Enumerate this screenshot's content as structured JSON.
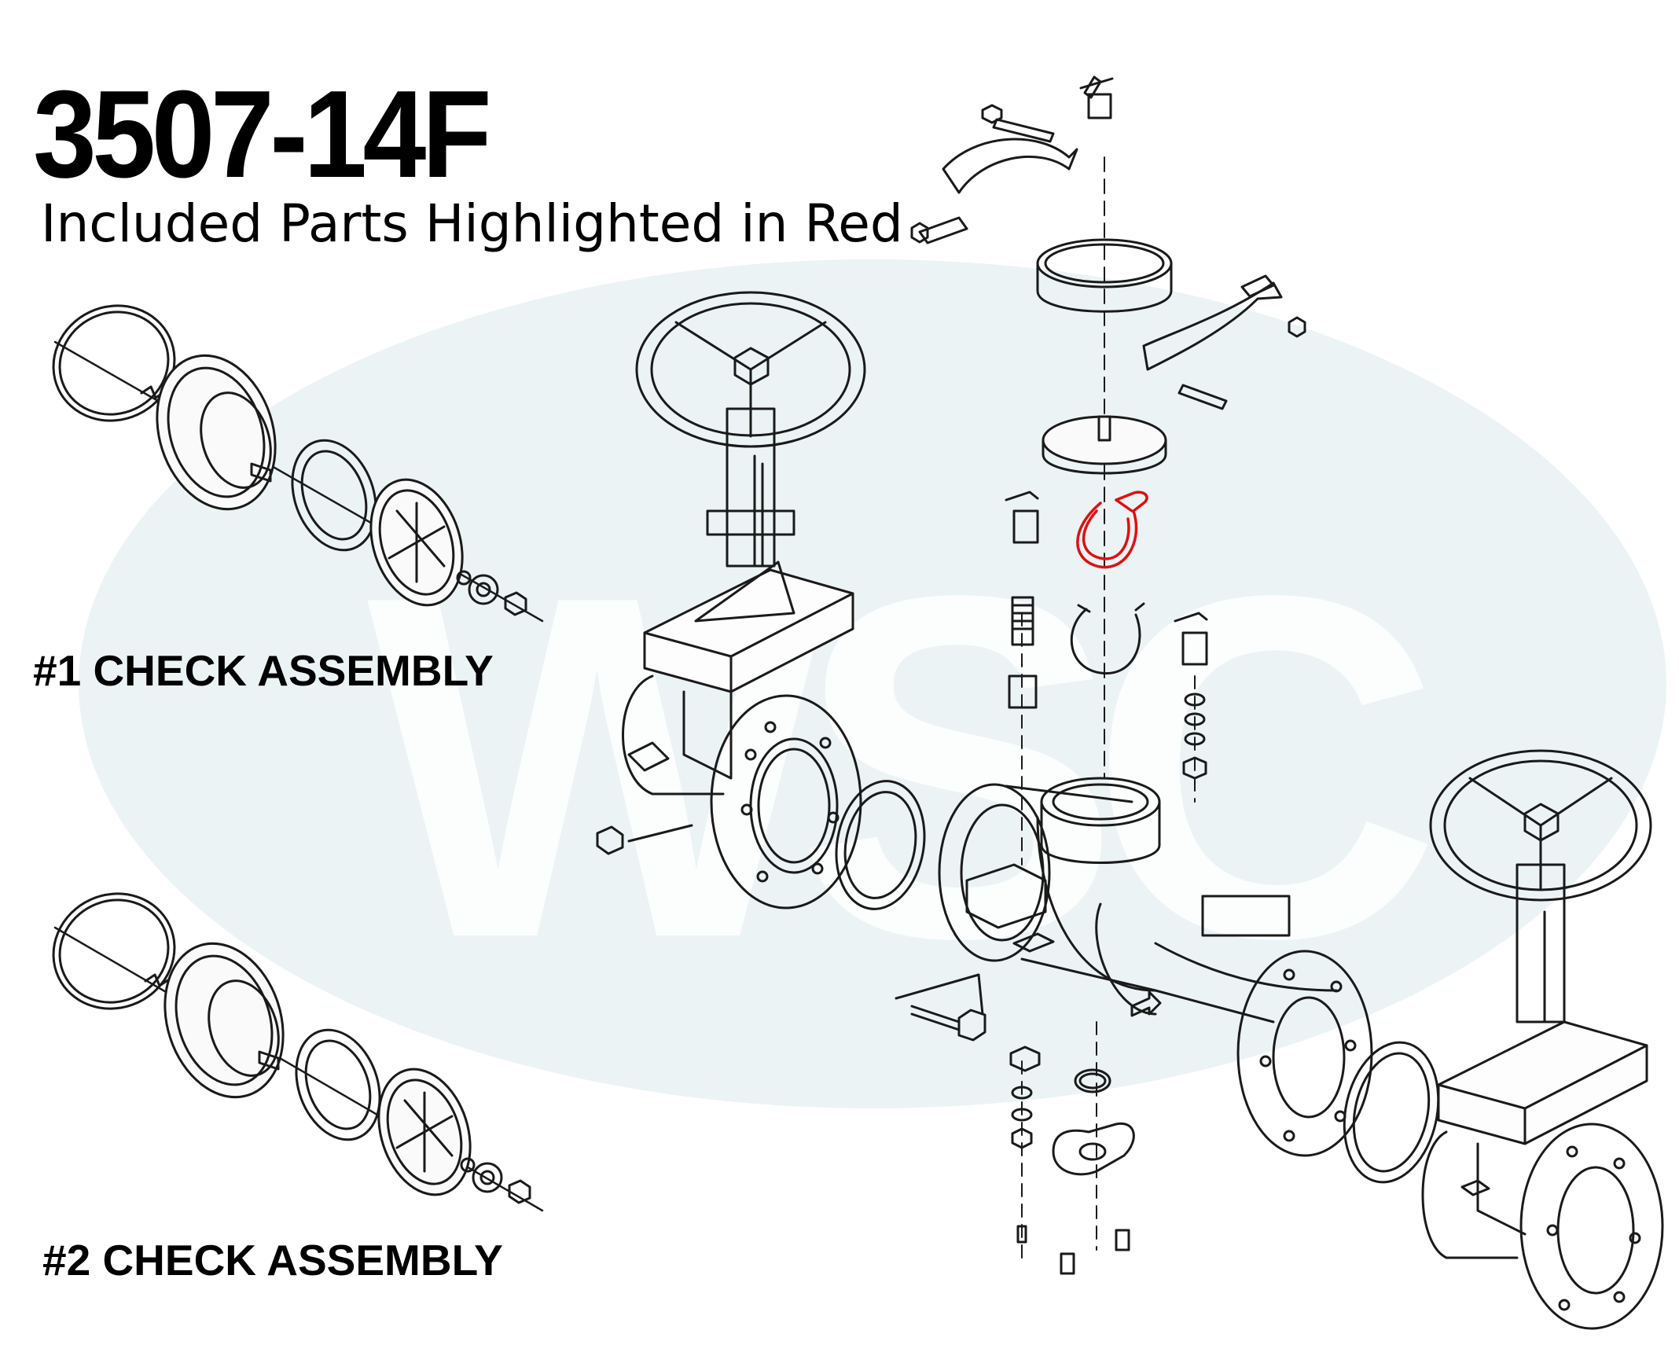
{
  "header": {
    "model": "3507-14F",
    "subtitle": "Included Parts Highlighted in Red"
  },
  "labels": {
    "check1": "#1 CHECK ASSEMBLY",
    "check2": "#2 CHECK ASSEMBLY"
  },
  "watermark": {
    "text": "WSC",
    "color": "#e8f0f2"
  },
  "colors": {
    "line": "#1a1a1a",
    "highlight": "#e01010"
  }
}
